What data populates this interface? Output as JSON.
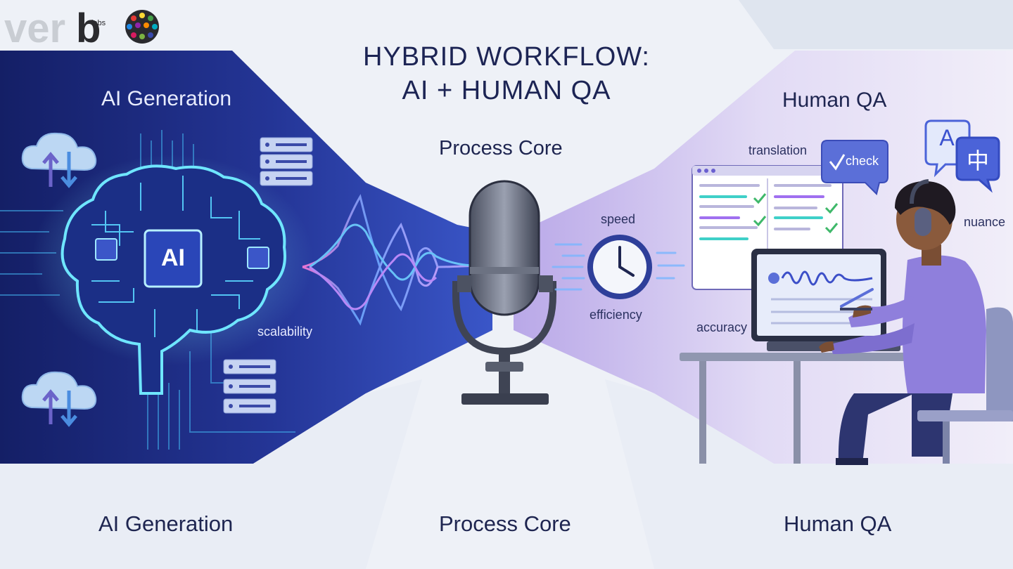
{
  "logo": {
    "wordmark": "verb",
    "sub": "labs"
  },
  "title": {
    "line1": "HYBRID WORKFLOW:",
    "line2": "AI + HUMAN QA"
  },
  "sections": {
    "ai_top": "AI Generation",
    "core_top": "Process Core",
    "human_top": "Human QA",
    "ai_bottom": "AI Generation",
    "core_bottom": "Process Core",
    "human_bottom": "Human QA"
  },
  "labels": {
    "ai_chip": "AI",
    "scalability": "scalability",
    "speed": "speed",
    "efficiency": "efficiency",
    "translation": "translation",
    "check": "check",
    "accuracy": "accuracy",
    "nuance": "nuance",
    "lang_a": "A",
    "lang_zh": "中"
  },
  "colors": {
    "ai_panel": "#1f2f8c",
    "human_panel": "#d7ccf0",
    "accent_cyan": "#4ad8ff",
    "accent_purple": "#8a6cf0",
    "title_text": "#1c2454"
  },
  "icons": [
    "cloud-sync-icon",
    "server-icon",
    "brain-circuit-icon",
    "microphone-icon",
    "clock-icon",
    "checkmark-icon",
    "translate-bubble-icon",
    "headphones-icon",
    "laptop-icon"
  ]
}
